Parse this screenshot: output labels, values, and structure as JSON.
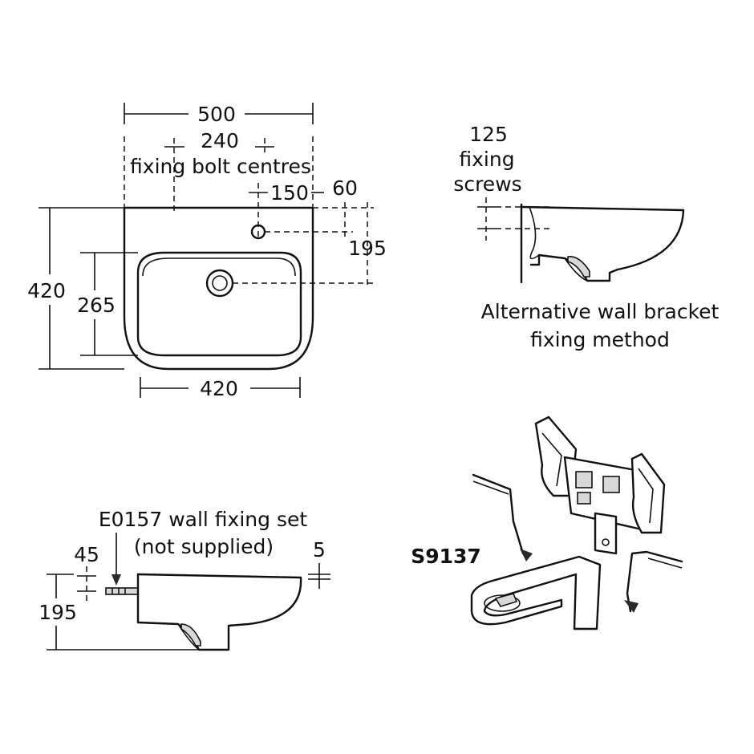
{
  "plan_view": {
    "overall_width": "500",
    "bolt_centres_value": "240",
    "bolt_centres_label": "fixing bolt centres",
    "tap_offset": "150",
    "tap_edge": "60",
    "tap_depth": "195",
    "overall_depth": "420",
    "bowl_depth": "265",
    "front_width": "420"
  },
  "side_view": {
    "screw_height": "125",
    "screw_label_1": "fixing",
    "screw_label_2": "screws",
    "caption_1": "Alternative wall bracket",
    "caption_2": "fixing method"
  },
  "fixing_set": {
    "title": "E0157 wall fixing set",
    "note": "(not supplied)",
    "bolt_offset": "45",
    "rim_thickness": "5",
    "height": "195"
  },
  "bracket": {
    "code": "S9137"
  }
}
